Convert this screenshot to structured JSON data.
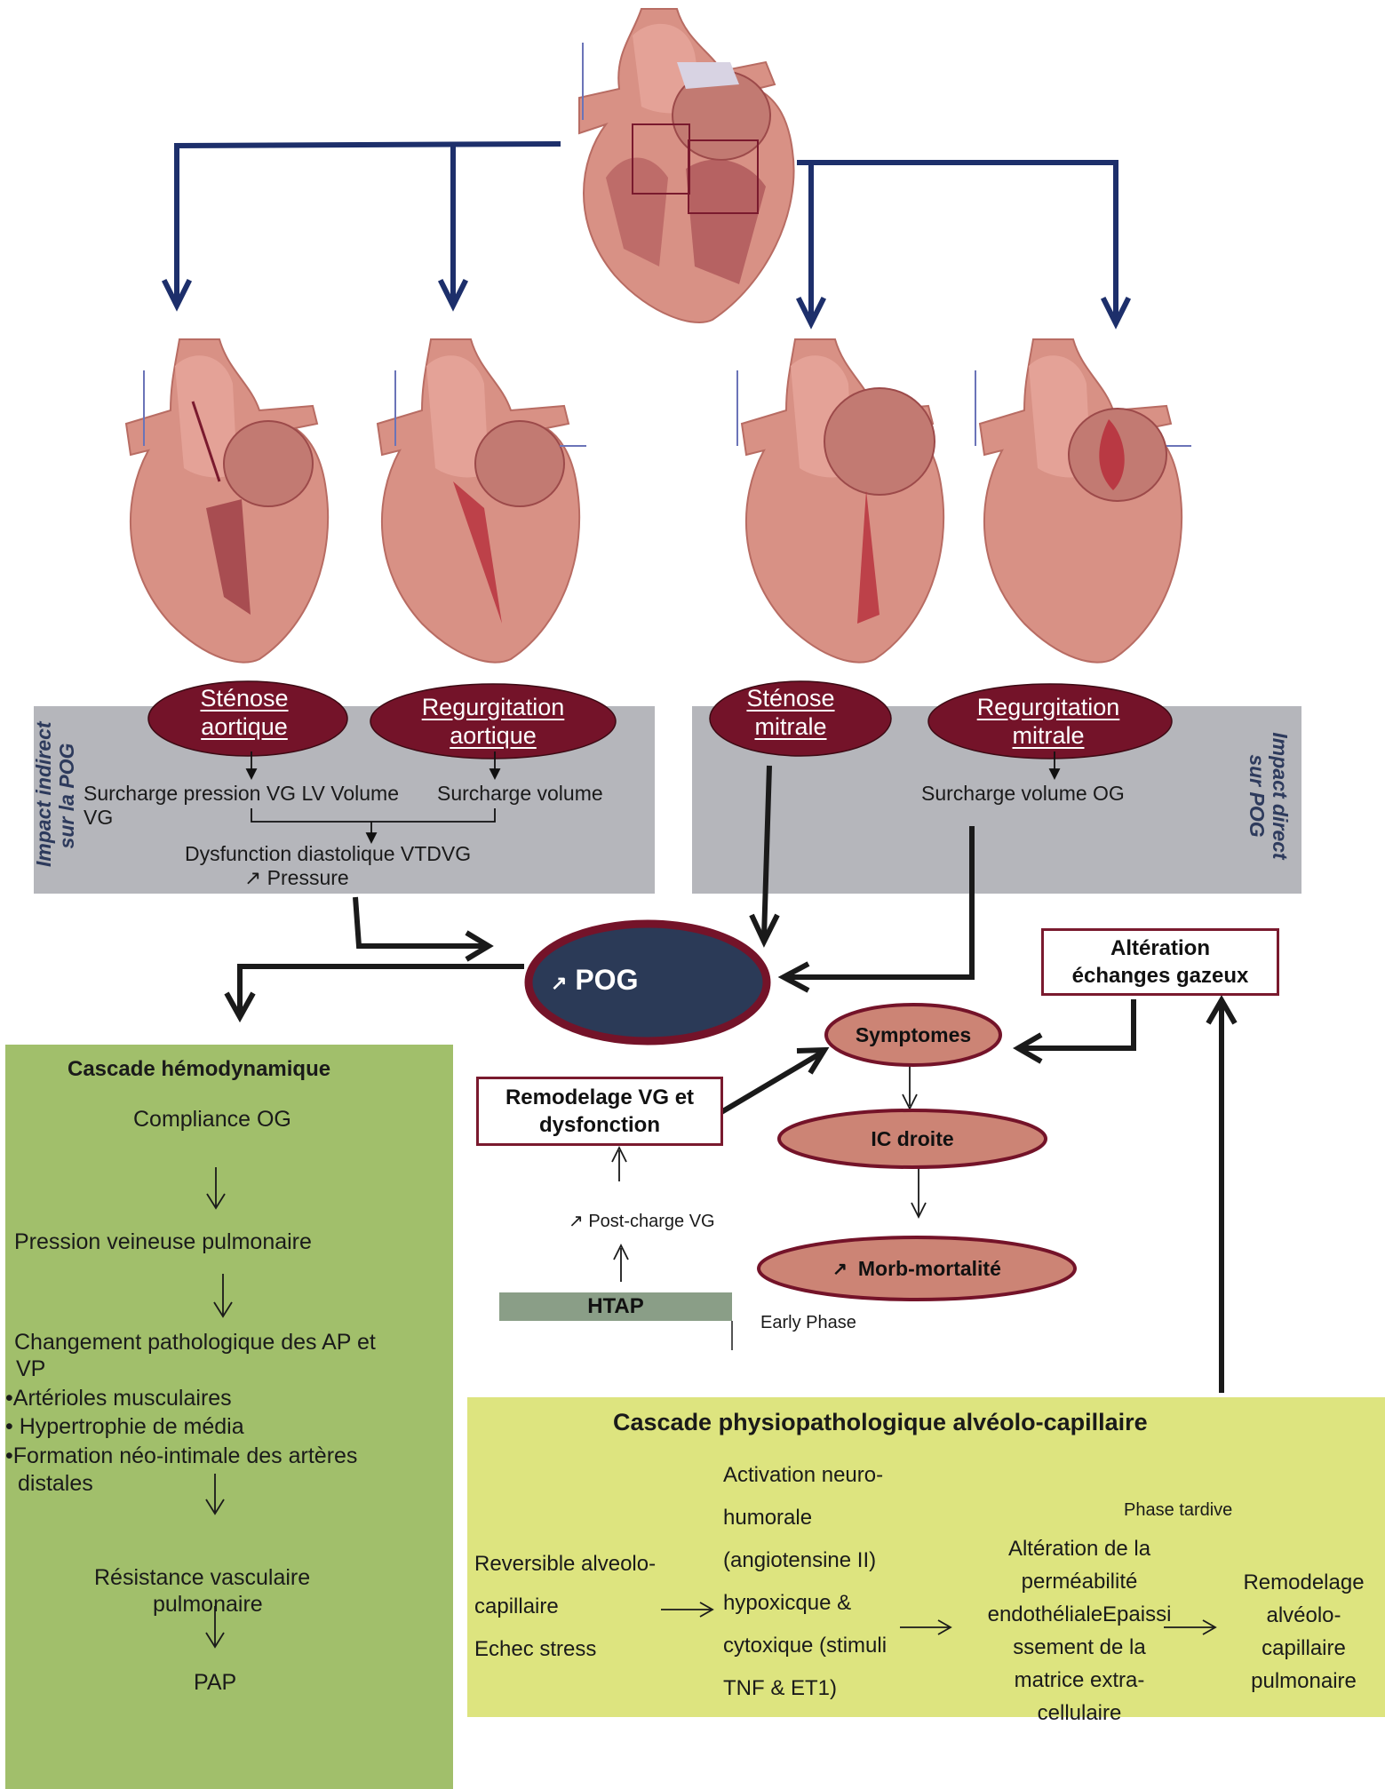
{
  "colors": {
    "connector_blue": "#1d2f6b",
    "gray_panel": "#b5b6bb",
    "maroon": "#741329",
    "pog_fill": "#2b3a57",
    "salmon": "#cc8475",
    "green_panel": "#a1bf6b",
    "yellow_panel": "#dde47f",
    "htap_fill": "#8a9e87"
  },
  "hearts": {
    "top": "normal-heart",
    "lower": [
      "aortic-stenosis-heart",
      "aortic-regurgitation-heart",
      "mitral-stenosis-heart",
      "mitral-regurgitation-heart"
    ]
  },
  "left_panel": {
    "side_label_line1": "Impact indirect",
    "side_label_line2": "sur la POG",
    "oval1": {
      "line1": "Sténose",
      "line2": "aortique"
    },
    "oval2": {
      "line1": "Regurgitation",
      "line2": "aortique"
    },
    "text_pressure_overload": "Surcharge pression VG LV Volume",
    "text_vg": "VG",
    "text_volume_overload": "Surcharge  volume",
    "text_dysfunction": "Dysfunction  diastolique   VTDVG",
    "text_pressure_arrow": "↗",
    "text_pressure": "Pressure"
  },
  "right_panel": {
    "side_label_line1": "Impact direct",
    "side_label_line2": "sur POG",
    "oval1": {
      "line1": "Sténose",
      "line2": "mitrale"
    },
    "oval2": {
      "line1": "Regurgitation",
      "line2": "mitrale"
    },
    "text_volume_og": "Surcharge volume OG"
  },
  "pog": {
    "arrow": "↗",
    "label": "POG"
  },
  "alteration_box": {
    "line1": "Altération",
    "line2": "échanges gazeux"
  },
  "symptomes": "Symptomes",
  "ic_droite": "IC droite",
  "morb": {
    "arrow": "↗",
    "label": "Morb-mortalité"
  },
  "remodelage_box": {
    "line1": "Remodelage VG et",
    "line2": "dysfonction"
  },
  "post_charge": {
    "arrow": "↗",
    "label": "Post-charge VG"
  },
  "htap": "HTAP",
  "early_phase": "Early Phase",
  "cascade_hemo": {
    "title": "Cascade hémodynamique",
    "step1": "Compliance OG",
    "step2": "Pression veineuse pulmonaire",
    "step3_line1": "Changement pathologique des AP et",
    "step3_line2": "VP",
    "bullets": [
      "Artérioles musculaires",
      " Hypertrophie de média",
      "Formation néo-intimale des artères"
    ],
    "bullet3_cont": "distales",
    "step4_line1": "Résistance vasculaire",
    "step4_line2": "pulmonaire",
    "step5": "PAP"
  },
  "cascade_physio": {
    "title": "Cascade physiopathologique alvéolo-capillaire",
    "col1": [
      "Reversible alveolo-",
      "capillaire",
      "Echec stress"
    ],
    "col2": [
      "Activation neuro-",
      "humorale",
      "(angiotensine II)",
      "hypoxicque &",
      "cytoxique  (stimuli",
      "TNF & ET1)"
    ],
    "phase_tardive": "Phase tardive",
    "col3": [
      "Altération de la",
      "perméabilité",
      "endothélialeEpaissi",
      "ssement de la",
      "matrice extra-",
      "cellulaire"
    ],
    "col4": [
      "Remodelage",
      "alvéolo-",
      "capillaire",
      "pulmonaire"
    ]
  }
}
